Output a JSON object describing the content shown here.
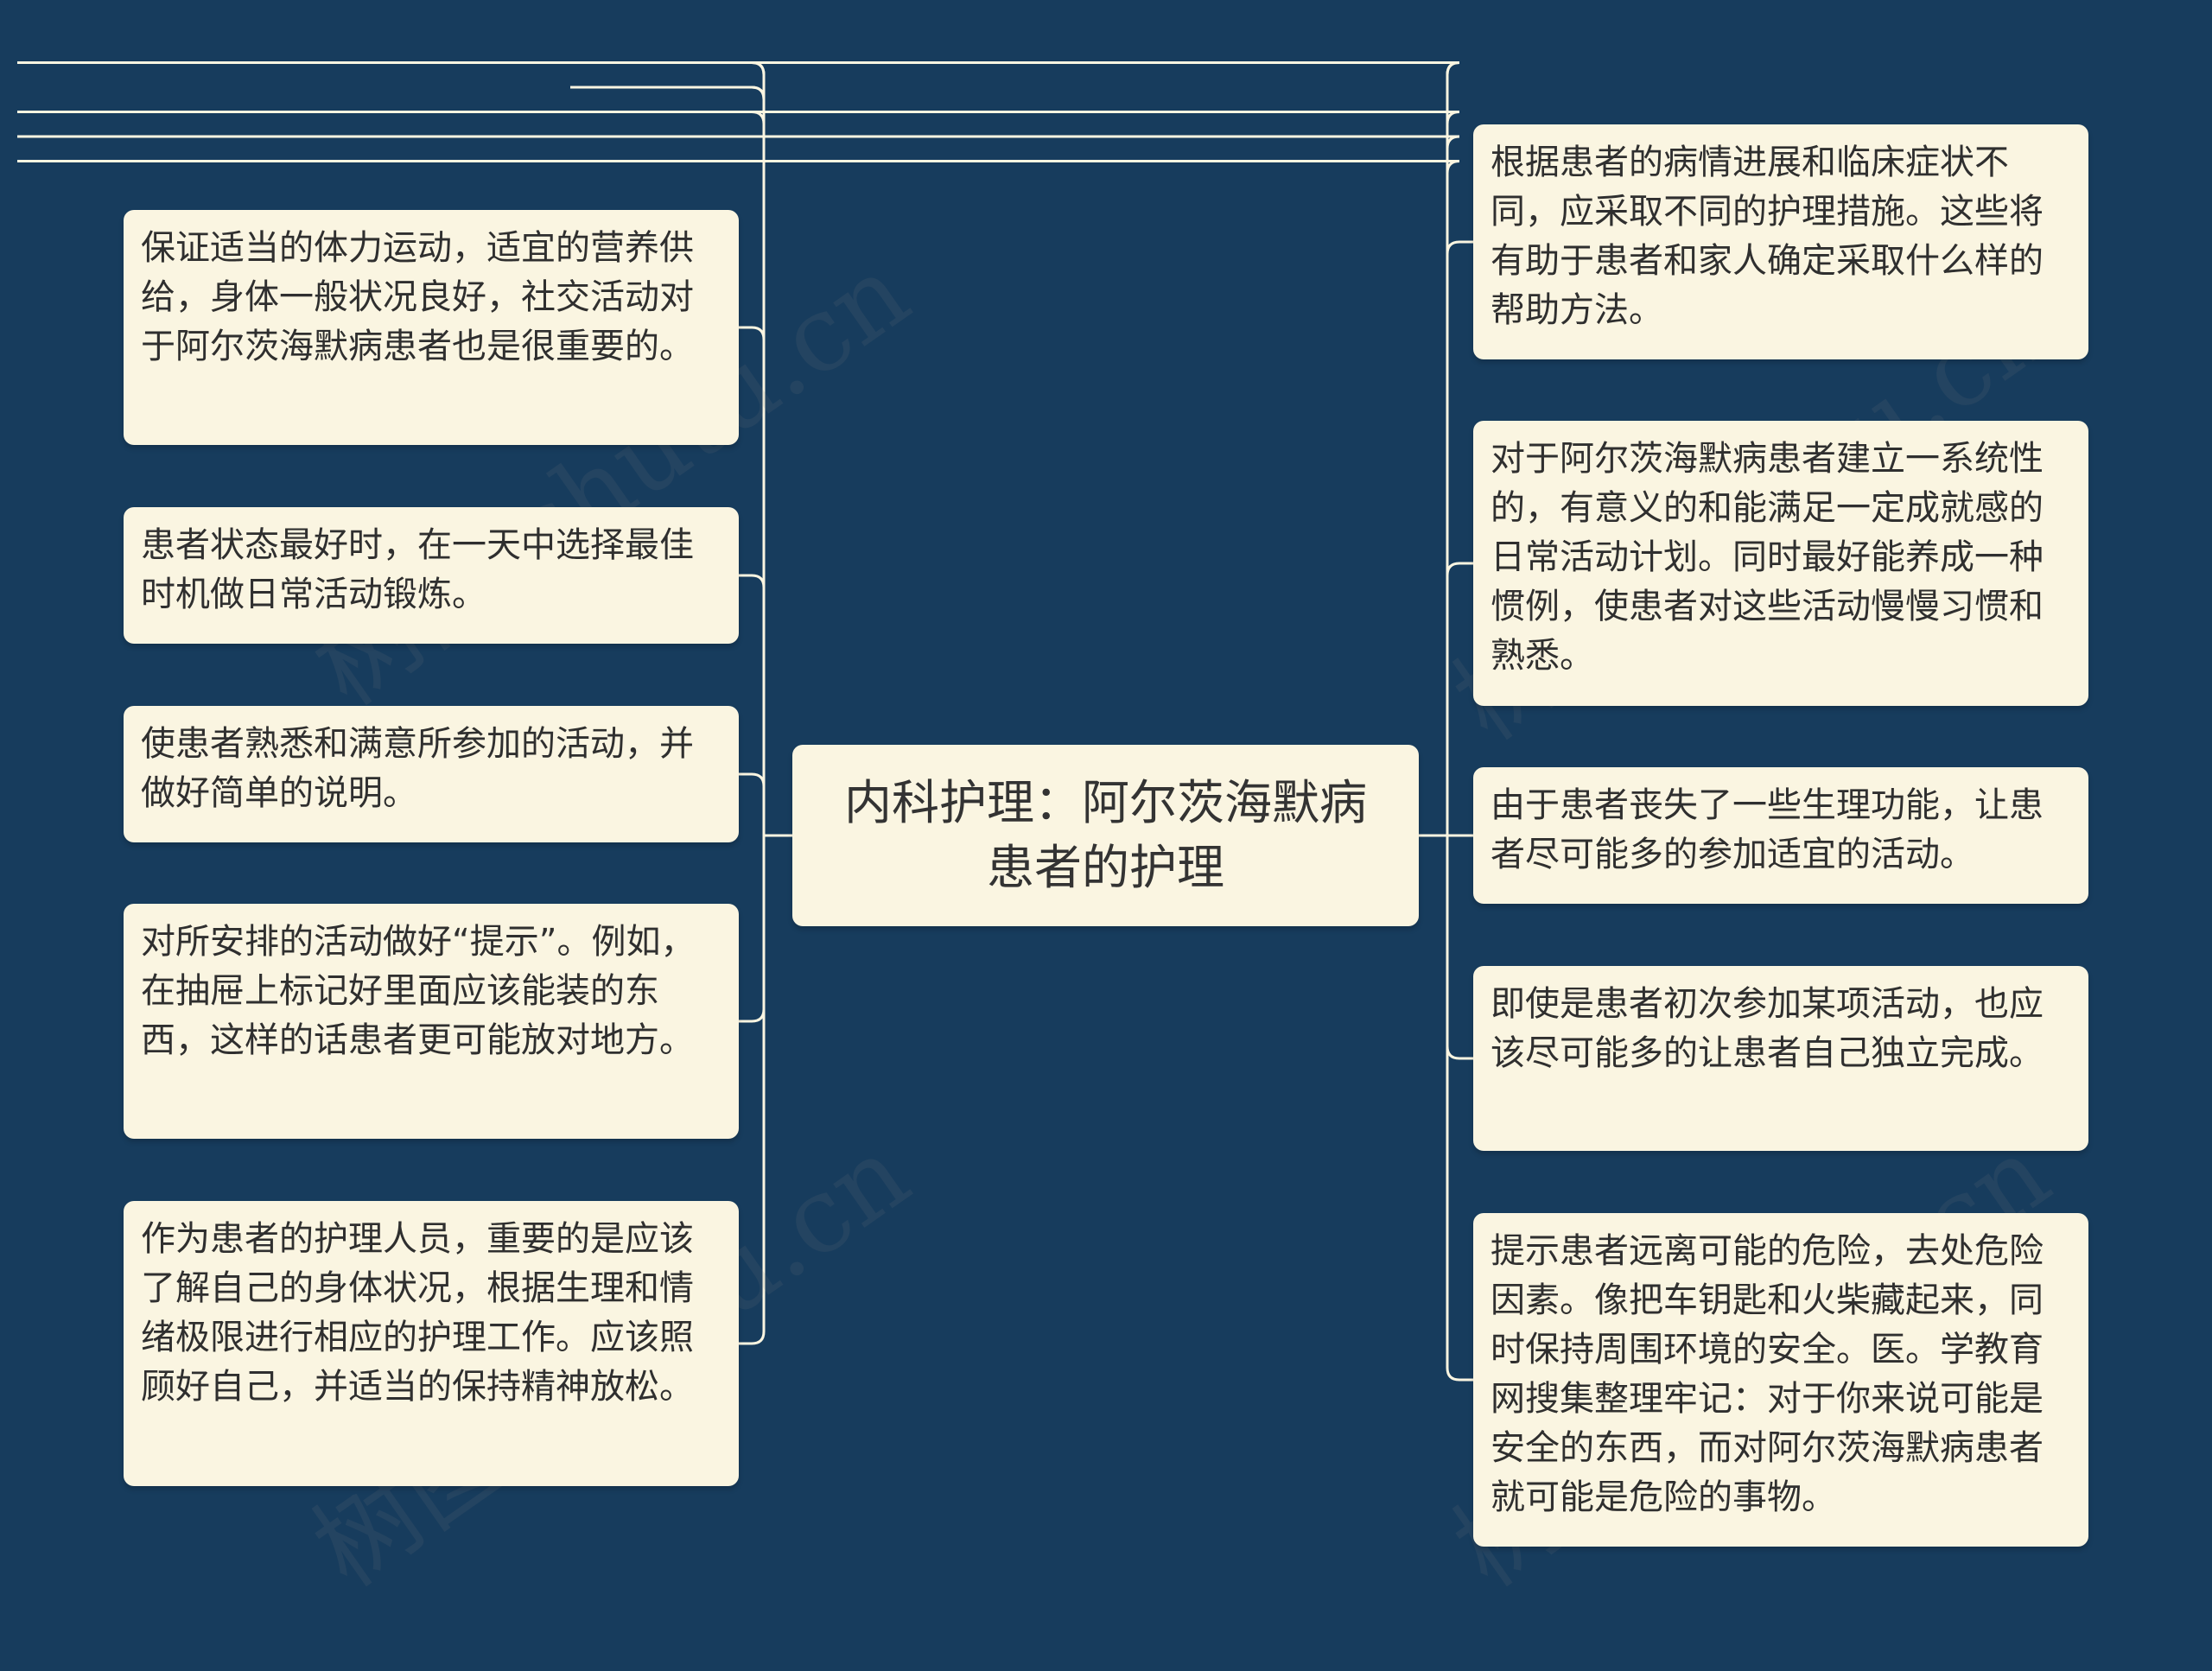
{
  "colors": {
    "background": "#173c5d",
    "node_fill": "#faf5e1",
    "connector": "#faf5e1",
    "text": "#2f2f2f"
  },
  "center": {
    "title": "内科护理：阿尔茨海默病患者的护理"
  },
  "left_branches": [
    "保证适当的体力运动，适宜的营养供给，身体一般状况良好，社交活动对于阿尔茨海默病患者也是很重要的。",
    "患者状态最好时，在一天中选择最佳时机做日常活动锻炼。",
    "使患者熟悉和满意所参加的活动，并做好简单的说明。",
    "对所安排的活动做好“提示”。例如，在抽屉上标记好里面应该能装的东西，这样的话患者更可能放对地方。",
    "作为患者的护理人员，重要的是应该了解自己的身体状况，根据生理和情绪极限进行相应的护理工作。应该照顾好自己，并适当的保持精神放松。"
  ],
  "right_branches": [
    "根据患者的病情进展和临床症状不同，应采取不同的护理措施。这些将有助于患者和家人确定采取什么样的帮助方法。",
    "对于阿尔茨海默病患者建立一系统性的，有意义的和能满足一定成就感的日常活动计划。同时最好能养成一种惯例，使患者对这些活动慢慢习惯和熟悉。",
    "由于患者丧失了一些生理功能，让患者尽可能多的参加适宜的活动。",
    "即使是患者初次参加某项活动，也应该尽可能多的让患者自己独立完成。",
    "提示患者远离可能的危险，去处危险因素。像把车钥匙和火柴藏起来，同时保持周围环境的安全。医。学教育网搜集整理牢记：对于你来说可能是安全的东西，而对阿尔茨海默病患者就可能是危险的事物。"
  ],
  "watermark": "树图 shutu.cn"
}
